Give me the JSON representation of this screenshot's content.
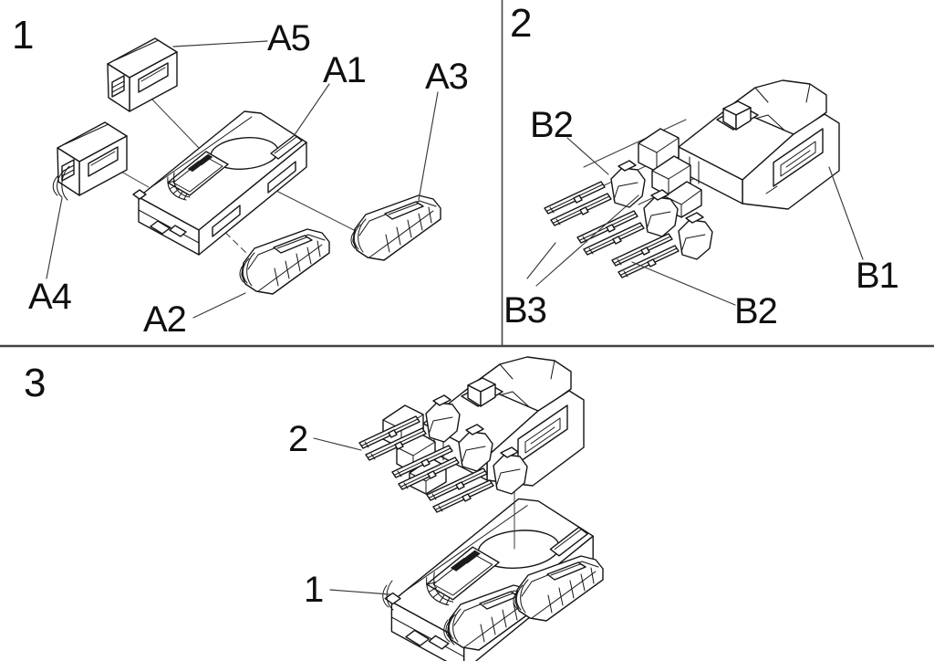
{
  "colors": {
    "background": "#ffffff",
    "line_art": "#151515",
    "divider": "#444444",
    "leader_line": "#3a3a3a"
  },
  "panels": {
    "panel1": {
      "number": "1",
      "labels": {
        "a5": "A5",
        "a1": "A1",
        "a3": "A3",
        "a4": "A4",
        "a2": "A2"
      }
    },
    "panel2": {
      "number": "2",
      "labels": {
        "b2_upper": "B2",
        "b1": "B1",
        "b3": "B3",
        "b2_lower": "B2"
      }
    },
    "panel3": {
      "number": "3",
      "labels": {
        "turret_step": "2",
        "hull_step": "1"
      }
    }
  }
}
